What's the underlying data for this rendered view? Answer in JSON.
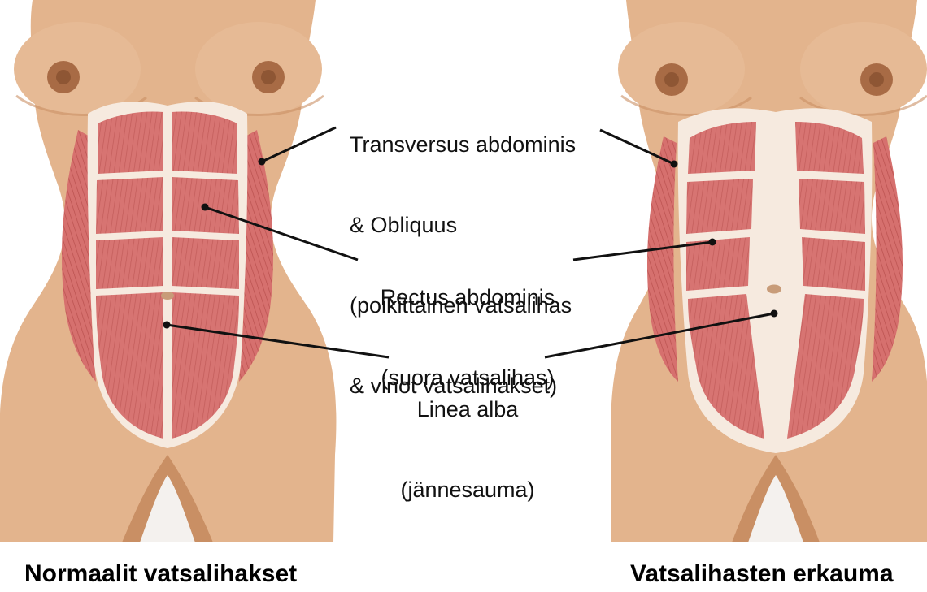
{
  "labels": {
    "transversus": [
      "Transversus abdominis",
      "& Obliquus",
      "(poikittainen vatsalihas",
      "& vinot vatsalihakset)"
    ],
    "rectus": [
      "Rectus abdominis",
      "(suora vatsalihas)"
    ],
    "linea": [
      "Linea alba",
      "(jännesauma)"
    ]
  },
  "captions": {
    "left": "Normaalit vatsalihakset",
    "right": "Vatsalihasten erkauma"
  },
  "colors": {
    "skin": "#e3b48d",
    "skin_light": "#eccaa9",
    "skin_dark": "#c98f64",
    "muscle": "#d77472",
    "muscle_dark": "#b9504e",
    "muscle_light": "#e9a09b",
    "fascia": "#f6eadf",
    "nipple": "#a86b45",
    "line": "#111111"
  }
}
